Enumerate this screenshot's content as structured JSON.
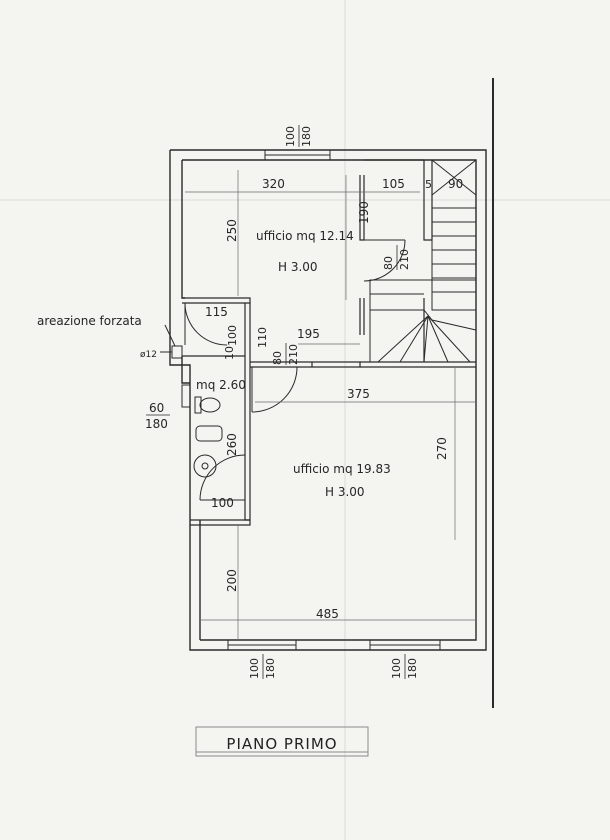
{
  "drawing": {
    "title": "PIANO PRIMO",
    "note_ventilation": "areazione forzata",
    "pipe_diameter": "ø12"
  },
  "rooms": [
    {
      "id": "office-upper",
      "name": "ufficio mq 12.14",
      "height": "H 3.00"
    },
    {
      "id": "office-lower",
      "name": "ufficio mq 19.83",
      "height": "H 3.00"
    },
    {
      "id": "bathroom",
      "name": "mq 2.60"
    }
  ],
  "dimensions": {
    "d320": "320",
    "d105": "105",
    "d5": "5",
    "d90": "90",
    "d250": "250",
    "d190": "190",
    "d115": "115",
    "d195": "195",
    "d375": "375",
    "d270": "270",
    "d260": "260",
    "d100": "100",
    "d200": "200",
    "d485": "485",
    "d10": "10",
    "d110": "110"
  },
  "openings": {
    "top_window": {
      "width": "100",
      "height": "180"
    },
    "upper_door": {
      "width": "80",
      "height": "210"
    },
    "mid_door": {
      "width": "80",
      "height": "210"
    },
    "bath_door": {
      "width": "100",
      "height": "110"
    },
    "bath_window": {
      "width": "60",
      "height": "180"
    },
    "bottom_window_left": {
      "width": "100",
      "height": "180"
    },
    "bottom_window_right": {
      "width": "100",
      "height": "180"
    }
  },
  "colors": {
    "ink": "#2a2a2a",
    "paper": "#f4f4f1",
    "wall_fill": "#ffffff",
    "title_frame": "#8a8a8a"
  }
}
